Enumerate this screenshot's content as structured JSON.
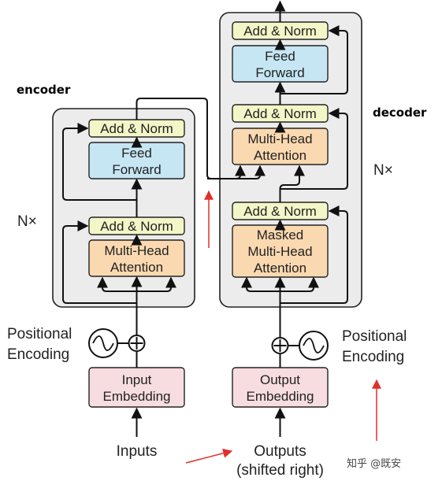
{
  "encoder": {
    "title": "encoder",
    "repeat": "N×",
    "add_norm_top": "Add & Norm",
    "ff_line1": "Feed",
    "ff_line2": "Forward",
    "add_norm_bottom": "Add & Norm",
    "mha_line1": "Multi-Head",
    "mha_line2": "Attention"
  },
  "decoder": {
    "title": "decoder",
    "repeat": "N×",
    "add_norm_top": "Add & Norm",
    "ff_line1": "Feed",
    "ff_line2": "Forward",
    "add_norm_mid": "Add & Norm",
    "mha_line1": "Multi-Head",
    "mha_line2": "Attention",
    "add_norm_bottom": "Add & Norm",
    "masked_line1": "Masked",
    "masked_line2": "Multi-Head",
    "masked_line3": "Attention"
  },
  "positional_left": {
    "line1": "Positional",
    "line2": "Encoding"
  },
  "positional_right": {
    "line1": "Positional",
    "line2": "Encoding"
  },
  "input_embedding": {
    "line1": "Input",
    "line2": "Embedding"
  },
  "output_embedding": {
    "line1": "Output",
    "line2": "Embedding"
  },
  "inputs_label": "Inputs",
  "outputs_label": {
    "line1": "Outputs",
    "line2": "(shifted right)"
  },
  "watermark": "知乎 @既安",
  "colors": {
    "add_norm": "#f3f6c7",
    "feed_forward": "#c6e6f3",
    "attention": "#fbd9b0",
    "embedding": "#f7dde0",
    "panel": "#ececec",
    "annotation": "#e0302a"
  }
}
